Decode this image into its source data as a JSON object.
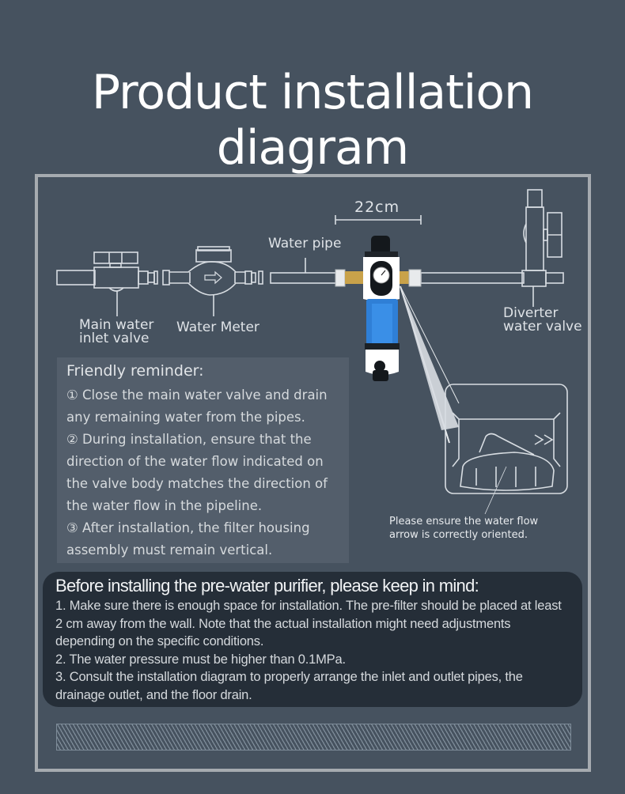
{
  "title": "Product installation diagram",
  "diagram": {
    "dimension_label": "22cm",
    "labels": {
      "water_pipe": "Water pipe",
      "main_valve_line1": "Main water",
      "main_valve_line2": "inlet valve",
      "water_meter": "Water Meter",
      "diverter_line1": "Diverter",
      "diverter_line2": "water valve"
    },
    "flow_note_line1": "Please ensure the water flow",
    "flow_note_line2": "arrow is correctly oriented."
  },
  "reminder": {
    "heading": "Friendly reminder:",
    "items": [
      "① Close the main water valve and drain any remaining water from the pipes.",
      "② During installation, ensure that the direction of the water flow indicated on the valve body matches the direction of the water flow in the pipeline.",
      "③ After installation, the filter housing assembly must remain vertical."
    ]
  },
  "notice": {
    "heading": "Before installing the pre-water purifier, please keep in mind:",
    "items": [
      "1. Make sure there is enough space for installation. The pre-filter should be placed at least 2 cm away from the wall. Note that the actual installation might need adjustments depending on the specific conditions.",
      "2. The water pressure must be higher than 0.1MPa.",
      "3. Consult the installation diagram to properly arrange the inlet and outlet pipes, the drainage outlet, and the floor drain."
    ]
  },
  "colors": {
    "background": "#46525f",
    "frame_border": "#a6abb0",
    "reminder_bg": "#535e6b",
    "notice_bg": "#252e38",
    "line_art": "#d8dde2",
    "filter_blue": "#2f7fd6",
    "brass": "#c9a24a"
  }
}
